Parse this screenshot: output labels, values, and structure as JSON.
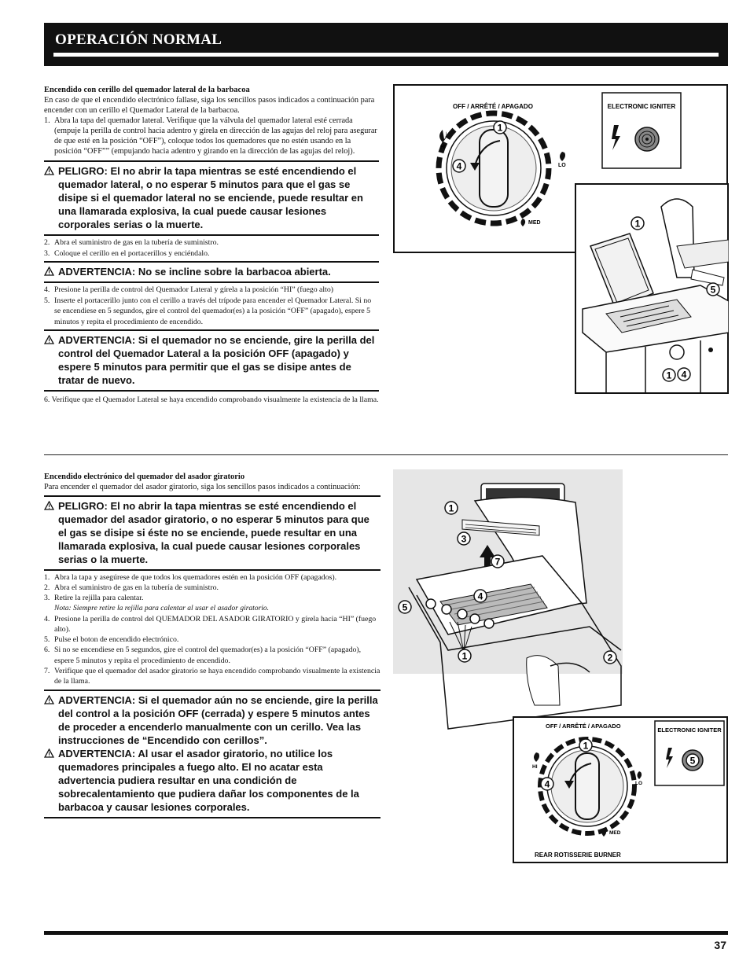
{
  "header": {
    "title": "OPERACIÓN NORMAL"
  },
  "section1": {
    "heading": "Encendido con cerillo del quemador lateral de la barbacoa",
    "intro": "En caso de que el encendido electrónico fallase, siga los sencillos pasos indicados a continuación para encender con un cerillo el Quemador Lateral de la barbacoa.",
    "step1": "Abra la tapa del quemador lateral. Verifique que la válvula del quemador lateral esté cerrada (empuje la perilla de control hacia adentro y gírela en dirección de las agujas del reloj para asegurar de que esté en la posición “OFF”), coloque todos los quemadores que no estén usando en la posición “OFF”” (empujando hacia adentro y girando en la dirección de las agujas del reloj).",
    "warning1": "PELIGRO: El no abrir la tapa mientras se esté encendiendo el quemador lateral, o no esperar 5 minutos para que el gas se disipe si el quemador lateral no se enciende, puede resultar en una llamarada explosiva, la cual puede causar lesiones corporales serias o la muerte.",
    "step2": "Abra el suministro de gas en la tubería de suministro.",
    "step3": "Coloque el cerillo en el portacerillos y enciéndalo.",
    "warning2": "ADVERTENCIA: No se incline sobre la barbacoa abierta.",
    "step4": "Presione la perilla de control del Quemador Lateral y gírela a la posición “HI” (fuego alto)",
    "step5": "Inserte el portacerillo junto con el cerillo a través del trípode para encender el Quemador Lateral. Si no se encendiese en 5 segundos, gire el control del quemador(es) a la posición “OFF” (apagado), espere 5 minutos y repita el procedimiento de encendido.",
    "warning3": "ADVERTENCIA: Si el quemador no se enciende, gire la perilla del control del Quemador Lateral a la posición OFF (apagado) y espere 5 minutos para permitir que el gas se disipe antes de tratar de nuevo.",
    "step6": "6. Verifique que el Quemador Lateral se haya encendido comprobando visualmente la existencia de la llama."
  },
  "section2": {
    "heading": "Encendido electrónico del quemador del asador giratorio",
    "intro": "Para encender el quemador del asador giratorio, siga los sencillos pasos indicados a continuación:",
    "warning1": "PELIGRO: El no abrir la tapa mientras se esté encendiendo el quemador del asador giratorio, o no esperar 5 minutos para que el gas se disipe si éste no se enciende, puede resultar en una llamarada explosiva, la cual puede causar lesiones corporales serias o la muerte.",
    "step1": "Abra la tapa y asegúrese de que todos los quemadores estén en la posición OFF (apagados).",
    "step2": "Abra el suministro de gas en la tubería de suministro.",
    "step3": "Retire la rejilla para calentar.",
    "note3": "Nota: Siempre retire la rejilla para calentar al usar el asador giratorio.",
    "step4": "Presione la perilla de control del QUEMADOR DEL ASADOR GIRATORIO y gírela hacia “HI” (fuego alto).",
    "step5": "Pulse el boton de encendido electrónico.",
    "step6": "Si no se encendiese en 5 segundos, gire el control del quemador(es) a la posición “OFF” (apagado), espere 5 minutos y repita el procedimiento de encendido.",
    "step7": "Verifique que el quemador del asador giratorio se haya encendido comprobando visualmente la existencia de la llama.",
    "warning2": "ADVERTENCIA: Si el quemador aún no se enciende, gire la perilla del control a la posición OFF (cerrada) y espere 5 minutos antes de proceder a encenderlo manualmente con un cerillo. Vea las instrucciones de “Encendido con cerillos”.",
    "warning3": "ADVERTENCIA: Al usar el asador giratorio, no utilice los quemadores principales a fuego alto. El no acatar esta advertencia pudiera resultar en una condición de sobrecalentamiento que pudiera dañar los componentes de la barbacoa y causar lesiones corporales."
  },
  "step_numbers": [
    "1.",
    "2.",
    "3.",
    "4.",
    "5.",
    "6.",
    "7."
  ],
  "figures": {
    "knob_off": "OFF / ARRÊTÉ / APAGADO",
    "hi": "HI",
    "lo": "LO",
    "med": "MED",
    "igniter": "ELECTRONIC IGNITER",
    "rear_burner": "REAR ROTISSERIE BURNER",
    "c1": "1",
    "c2": "2",
    "c3": "3",
    "c4": "4",
    "c5": "5",
    "c7": "7"
  },
  "page_number": "37"
}
